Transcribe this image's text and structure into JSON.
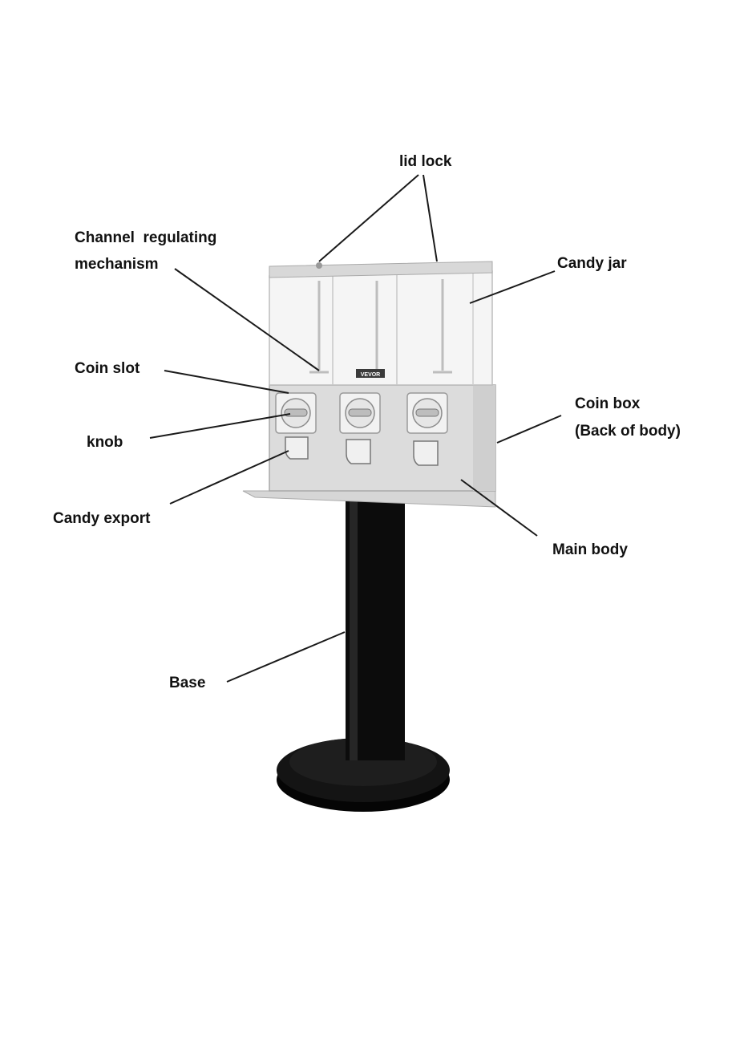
{
  "product": {
    "brand_plate": "VEVOR",
    "colors": {
      "body": "#dcdcdc",
      "body_edge": "#b5b5b5",
      "jar": "#f4f4f4",
      "stand": "#111111",
      "leader_line": "#1a1a1a"
    }
  },
  "labels": {
    "lid_lock": "lid lock",
    "channel_line1": "Channel  regulating",
    "channel_line2": "mechanism",
    "candy_jar": "Candy jar",
    "coin_slot": "Coin slot",
    "coin_box_line1": "Coin box",
    "coin_box_line2": "(Back of body)",
    "knob": "knob",
    "candy_export": "Candy export",
    "main_body": "Main body",
    "base": "Base"
  }
}
